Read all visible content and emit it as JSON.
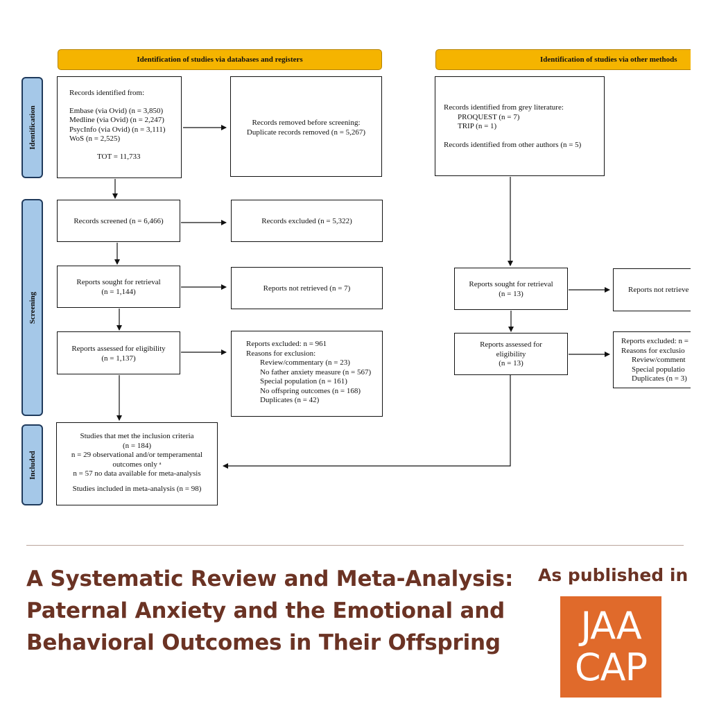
{
  "banners": {
    "databases": "Identification of studies via databases and registers",
    "other": "Identification of studies via other methods"
  },
  "stages": {
    "identification": "Identification",
    "screening": "Screening",
    "included": "Included"
  },
  "db": {
    "records_identified": {
      "heading": "Records identified from:",
      "lines": [
        "Embase (via Ovid) (n = 3,850)",
        "Medline (via Ovid) (n = 2,247)",
        "PsycInfo (via Ovid) (n = 3,111)",
        "WoS (n = 2,525)"
      ],
      "total": "TOT = 11,733"
    },
    "removed": [
      "Records removed before screening:",
      "Duplicate records removed (n = 5,267)"
    ],
    "screened": "Records screened (n = 6,466)",
    "excluded": "Records excluded (n = 5,322)",
    "sought": [
      "Reports sought for retrieval",
      "(n = 1,144)"
    ],
    "not_retrieved": "Reports not retrieved (n = 7)",
    "assessed": [
      "Reports assessed for eligibility",
      "(n = 1,137)"
    ],
    "reports_excluded": {
      "heading": "Reports excluded: n = 961",
      "sub": "Reasons for exclusion:",
      "reasons": [
        "Review/commentary (n = 23)",
        "No father anxiety measure (n = 567)",
        "Special population (n = 161)",
        "No offspring outcomes (n = 168)",
        "Duplicates (n = 42)"
      ]
    },
    "included": {
      "lines": [
        "Studies that met the inclusion criteria",
        "(n = 184)",
        "n = 29 observational and/or temperamental",
        "outcomes only ᵃ",
        "n = 57 no data available for meta-analysis"
      ],
      "final": "Studies included in meta-analysis (n = 98)"
    }
  },
  "other": {
    "records": {
      "heading": "Records identified from grey literature:",
      "lines": [
        "PROQUEST (n = 7)",
        "TRIP (n = 1)"
      ],
      "authors": "Records identified from other authors (n = 5)"
    },
    "sought": [
      "Reports sought for retrieval",
      "(n = 13)"
    ],
    "not_retrieved": "Reports not retrieve",
    "assessed": [
      "Reports assessed for",
      "eligibility",
      "(n = 13)"
    ],
    "reports_excluded": {
      "heading": "Reports excluded: n =",
      "sub": "Reasons for exclusio",
      "reasons": [
        "Review/comment",
        "Special populatio",
        "Duplicates (n = 3)"
      ]
    }
  },
  "footer": {
    "title": [
      "A Systematic Review and Meta-Analysis:",
      "Paternal Anxiety and the Emotional and",
      "Behavioral Outcomes in Their Offspring"
    ],
    "published": "As published in",
    "logo": [
      "JAA",
      "CAP"
    ]
  },
  "colors": {
    "banner": "#f5b400",
    "stage": "#a5c8e8",
    "title_text": "#6b3324",
    "logo_bg": "#e06a2b"
  }
}
